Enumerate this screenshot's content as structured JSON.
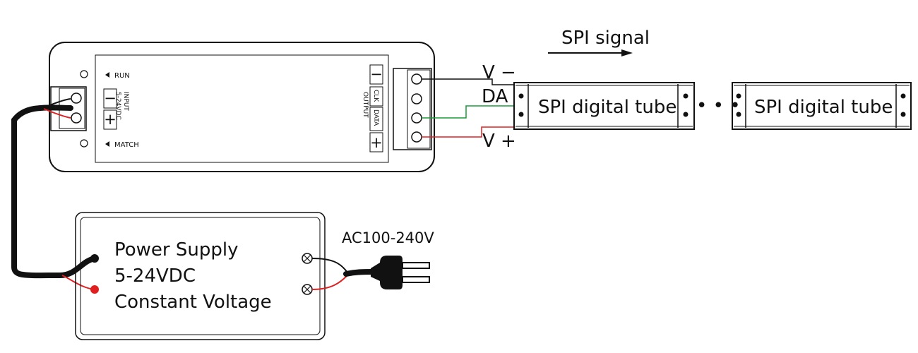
{
  "signal_label": "SPI signal",
  "controller": {
    "run_label": "RUN",
    "match_label": "MATCH",
    "input_label": "INPUT",
    "input_voltage": "5-24VDC",
    "input_minus": "−",
    "input_plus": "+",
    "output_label": "OUTPUT",
    "output_minus": "−",
    "output_plus": "+",
    "clk_label": "CLK",
    "data_label": "DATA"
  },
  "wires": {
    "v_minus": "V −",
    "da": "DA",
    "v_plus": "V +"
  },
  "tubes": [
    "SPI digital tube",
    "SPI digital tube"
  ],
  "ellipsis": "• • •",
  "power_supply": {
    "line1": "Power Supply",
    "line2": "5-24VDC",
    "line3": "Constant Voltage"
  },
  "ac_label": "AC100-240V",
  "colors": {
    "stroke": "#111111",
    "red_wire": "#e02020",
    "green_wire": "#1a9a3a",
    "red_terminal": "#e02020"
  }
}
